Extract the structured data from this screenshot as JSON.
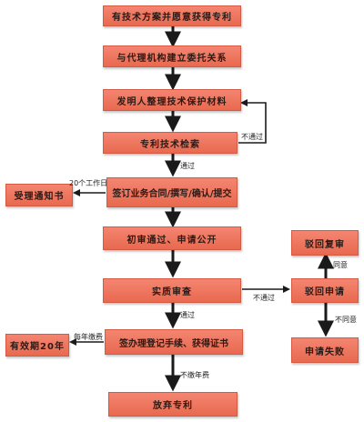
{
  "nodes": {
    "n1": "有技术方案并愿意获得专利",
    "n2": "与代理机构建立委托关系",
    "n3": "发明人整理技术保护材料",
    "n4": "专利技术检索",
    "n5": "签订业务合同/撰写/确认/提交",
    "n6": "初审通过、申请公开",
    "n7": "实质审查",
    "n8": "签办理登记手续、获得证书",
    "n9": "放弃专利",
    "s1": "受理通知书",
    "s2": "有效期20年",
    "r1": "驳回复审",
    "r2": "驳回申请",
    "r3": "申请失败"
  },
  "labels": {
    "not_pass": "不通过",
    "pass_1": "通过",
    "days20": "20个工作日",
    "not_pass_2": "不通过",
    "agree": "同意",
    "disagree": "不同意",
    "pass_2": "通过",
    "annual_fee": "每年缴费",
    "no_fee": "不缴年费"
  },
  "colors": {
    "box_fill": "#ee7760",
    "box_border": "#d45a43",
    "arrow": "#1a1a1a"
  }
}
